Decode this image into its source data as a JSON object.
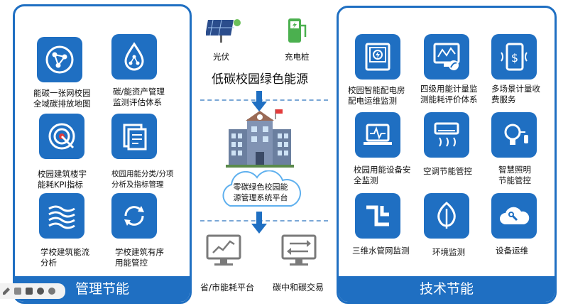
{
  "left_panel": {
    "footer": "管理节能",
    "items": [
      {
        "line1": "能碳一张网校园",
        "line2": "全域碳排放地图",
        "icon": "network-globe-icon"
      },
      {
        "line1": "碳/能资产管理",
        "line2": "监测评估体系",
        "icon": "drop-network-icon"
      },
      {
        "line1": "校园建筑楼宇",
        "line2": "能耗KPI指标",
        "icon": "target-arrow-icon"
      },
      {
        "line1": "校园用能分类/分项",
        "line2": "分析及指标管理",
        "icon": "document-stack-icon"
      },
      {
        "line1": "学校建筑能流",
        "line2": "分析",
        "icon": "flow-waves-icon"
      },
      {
        "line1": "学校建筑有序",
        "line2": "用能管控",
        "icon": "cycle-arrows-icon"
      }
    ]
  },
  "center": {
    "source1": "光伏",
    "source2": "充电桩",
    "energy_title": "低碳校园绿色能源",
    "platform_line1": "零碳绿色校园能",
    "platform_line2": "源管理系统平台",
    "out1": "省/市能耗平台",
    "out2": "碳中和碳交易"
  },
  "right_panel": {
    "footer": "技术节能",
    "items": [
      {
        "line1": "校园智能配电房",
        "line2": "配电运维监测",
        "icon": "power-cabinet-icon"
      },
      {
        "line1": "四级用能计量监",
        "line2": "测能耗评价体系",
        "icon": "meter-leaf-icon"
      },
      {
        "line1": "多场景计量收",
        "line2": "费服务",
        "icon": "phone-payment-icon"
      },
      {
        "line1": "校园用能设备安",
        "line2": "全监测",
        "icon": "laptop-monitor-icon"
      },
      {
        "line1": "空调节能管控",
        "line2": "",
        "icon": "ac-unit-icon"
      },
      {
        "line1": "智慧照明",
        "line2": "节能管控",
        "icon": "smart-bulb-icon"
      },
      {
        "line1": "三维水管网监测",
        "line2": "",
        "icon": "pipe-network-icon"
      },
      {
        "line1": "环境监测",
        "line2": "",
        "icon": "leaf-environment-icon"
      },
      {
        "line1": "设备运维",
        "line2": "",
        "icon": "cloud-wrench-icon"
      }
    ]
  },
  "colors": {
    "primary": "#1f6fc2",
    "accent": "#5fb0ee",
    "red": "#e33b3b"
  }
}
